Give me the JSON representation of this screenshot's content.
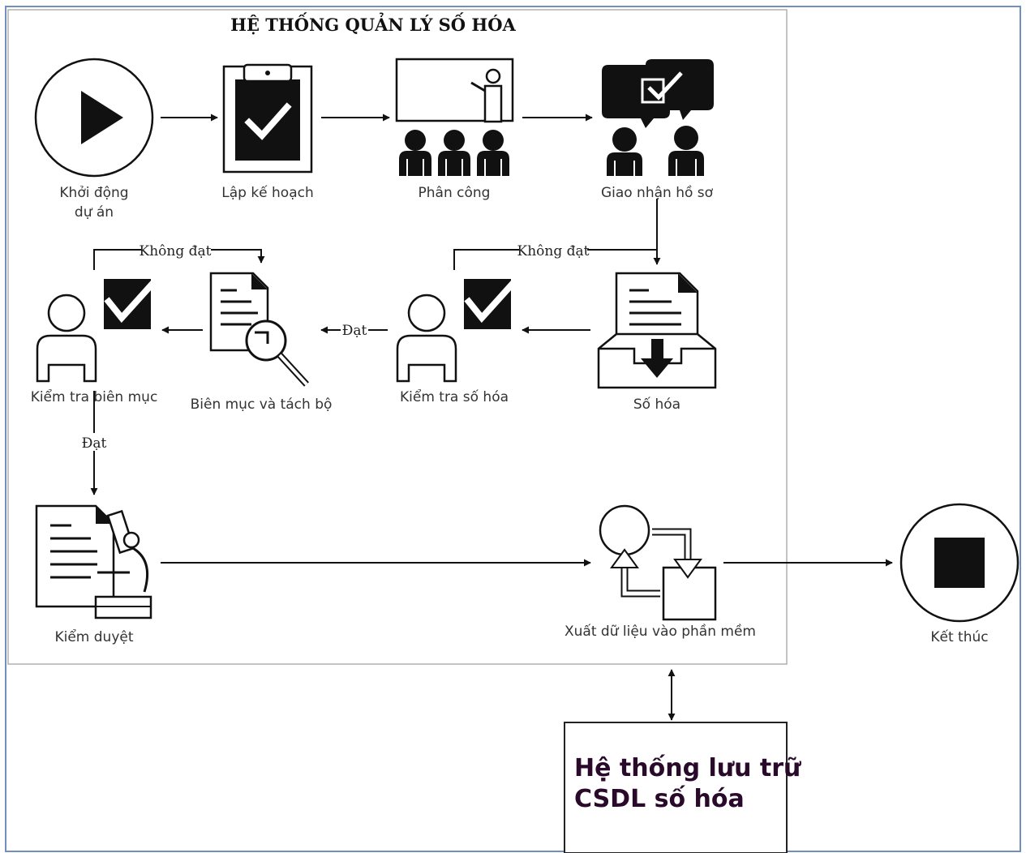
{
  "title": "HỆ THỐNG QUẢN LÝ SỐ HÓA",
  "nodes": {
    "start": [
      "Khởi động",
      "dự án"
    ],
    "plan": "Lập kế hoạch",
    "assign": "Phân công",
    "handover": "Giao nhận hồ sơ",
    "digitize": "Số hóa",
    "check_digitize": "Kiểm tra số hóa",
    "catalog": "Biên mục và tách bộ",
    "check_catalog": "Kiểm tra biên mục",
    "censor": "Kiểm duyệt",
    "export": "Xuất dữ liệu vào phần mềm",
    "end": "Kết thúc"
  },
  "edge_labels": {
    "fail_1": "Không đạt",
    "fail_2": "Không đạt",
    "pass_1": "Đạt",
    "pass_2": "Đạt"
  },
  "storage": [
    "Hệ thống lưu trữ",
    "CSDL số hóa"
  ],
  "icons": {
    "start": "play-icon",
    "plan": "clipboard-check-icon",
    "assign": "presentation-audience-icon",
    "handover": "chat-people-icon",
    "digitize": "document-inbox-icon",
    "check_digitize": "user-check-icon",
    "catalog": "document-search-icon",
    "check_catalog": "user-check-icon",
    "censor": "document-microscope-icon",
    "export": "cycle-export-icon",
    "end": "stop-icon"
  }
}
